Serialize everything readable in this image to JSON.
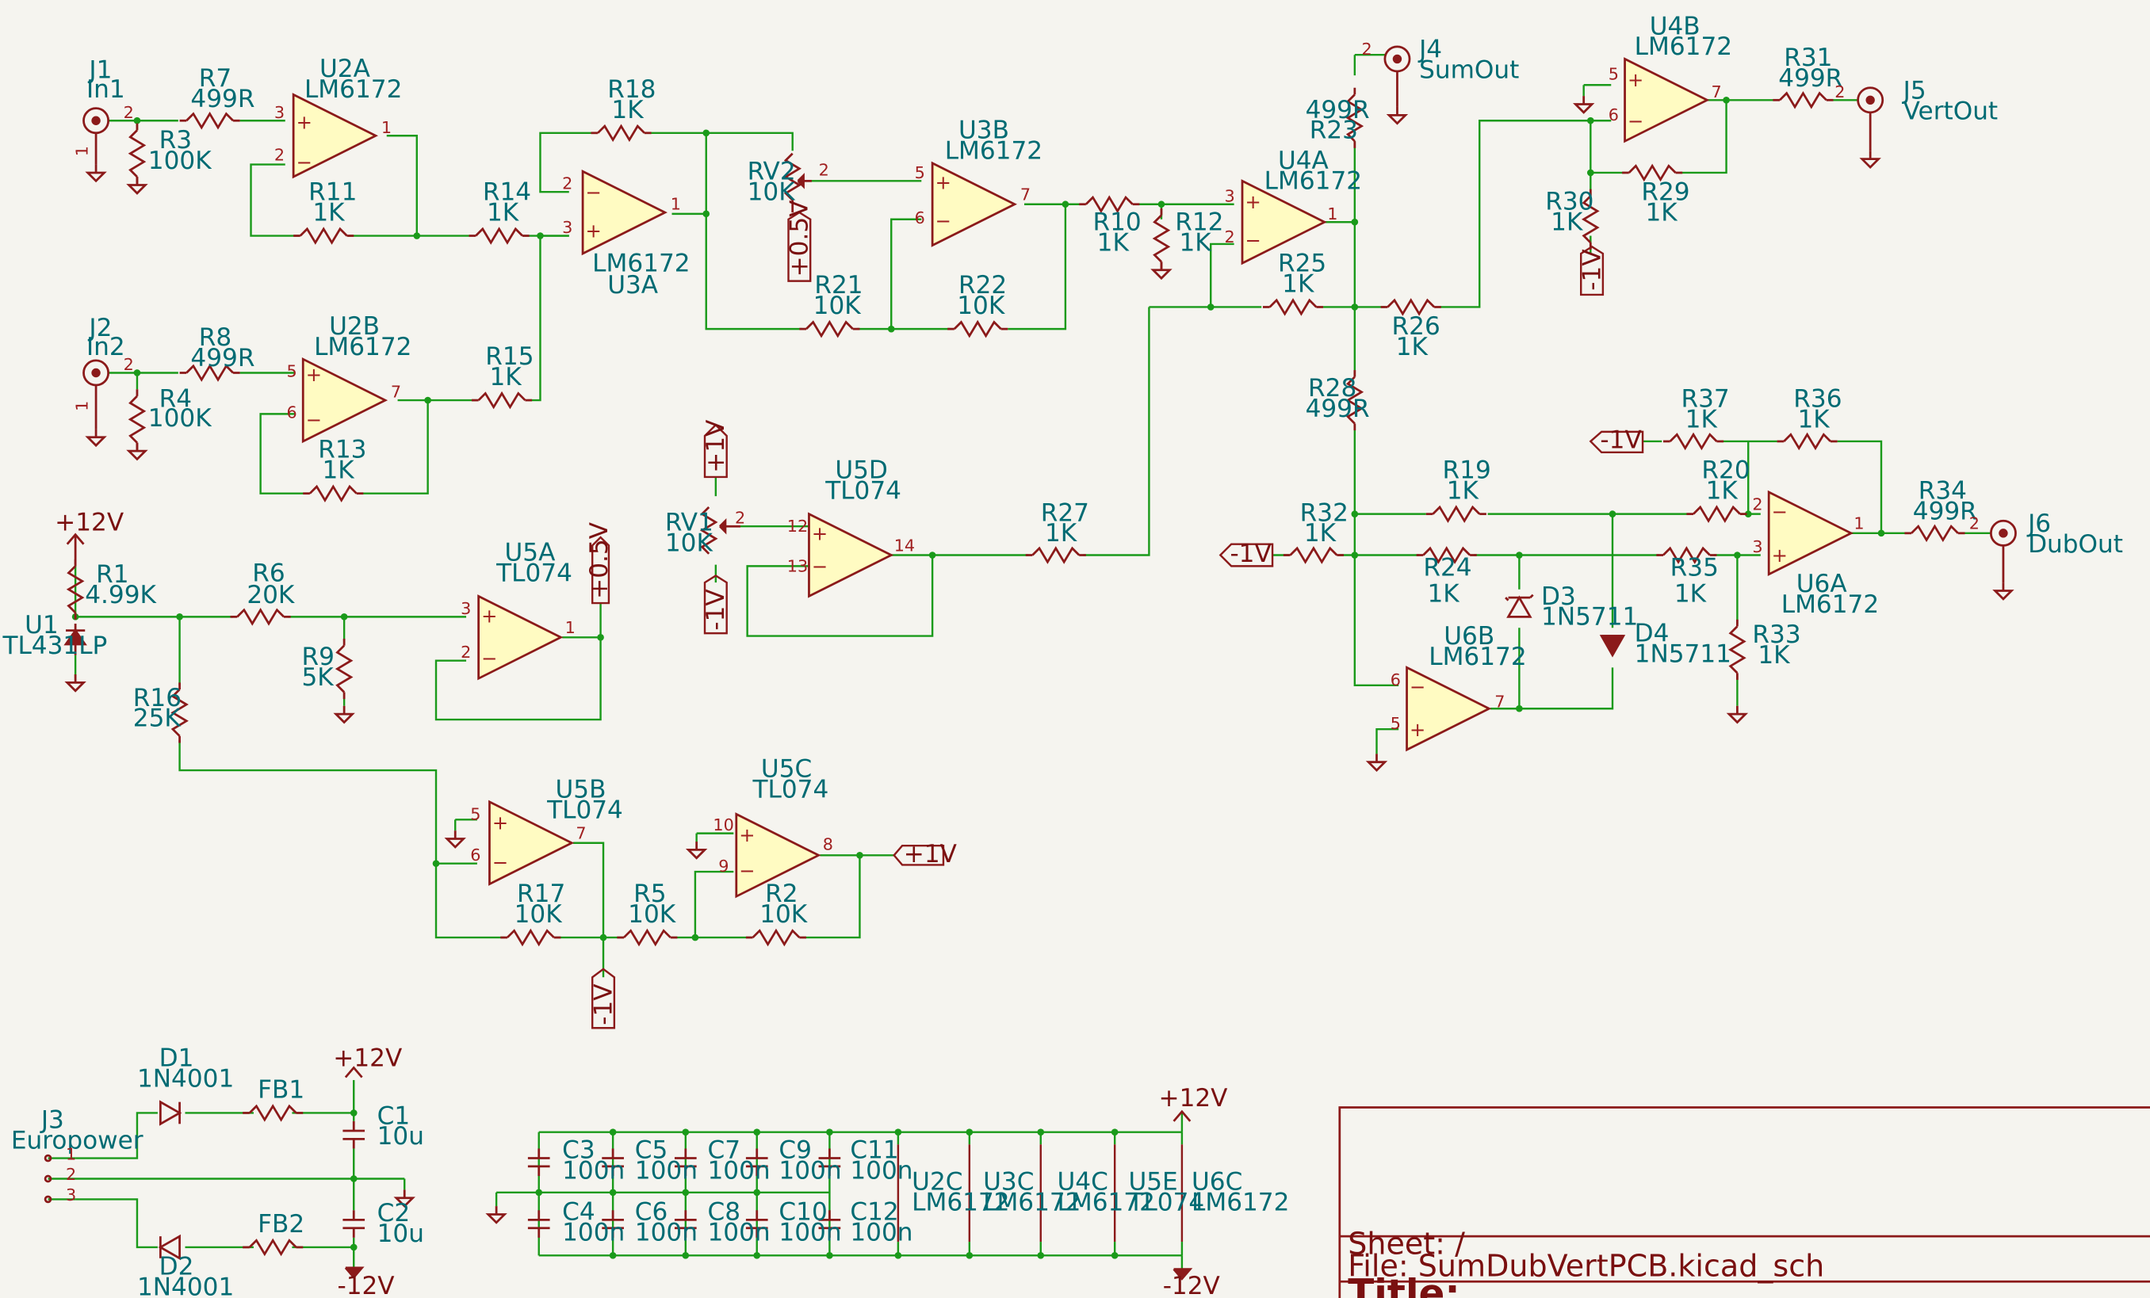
{
  "colors": {
    "wire": "#1a9a1a",
    "symbol": "#8b1a1a",
    "fill": "#fffbc2",
    "text": "#006b73",
    "junction": "#1a9a1a",
    "paper": "#f5f4ef"
  },
  "refs": {
    "J1": "J1",
    "In1": "In1",
    "J2": "J2",
    "In2": "In2",
    "J3": "J3",
    "Europower": "Europower",
    "J4": "J4",
    "SumOut": "SumOut",
    "J5": "J5",
    "VertOut": "VertOut",
    "J6": "J6",
    "DubOut": "DubOut",
    "R1": "R1",
    "R2": "R2",
    "R3": "R3",
    "R4": "R4",
    "R5": "R5",
    "R6": "R6",
    "R7": "R7",
    "R8": "R8",
    "R9": "R9",
    "R10": "R10",
    "R11": "R11",
    "R12": "R12",
    "R13": "R13",
    "R14": "R14",
    "R15": "R15",
    "R16": "R16",
    "R17": "R17",
    "R18": "R18",
    "R19": "R19",
    "R20": "R20",
    "R21": "R21",
    "R22": "R22",
    "R23": "R23",
    "R24": "R24",
    "R25": "R25",
    "R26": "R26",
    "R27": "R27",
    "R28": "R28",
    "R29": "R29",
    "R30": "R30",
    "R31": "R31",
    "R32": "R32",
    "R33": "R33",
    "R34": "R34",
    "R35": "R35",
    "R36": "R36",
    "R37": "R37",
    "RV1": "RV1",
    "RV2": "RV2",
    "U1": "U1",
    "U2A": "U2A",
    "U2B": "U2B",
    "U2C": "U2C",
    "U3A": "U3A",
    "U3B": "U3B",
    "U3C": "U3C",
    "U4A": "U4A",
    "U4B": "U4B",
    "U4C": "U4C",
    "U5A": "U5A",
    "U5B": "U5B",
    "U5C": "U5C",
    "U5D": "U5D",
    "U5E": "U5E",
    "U6A": "U6A",
    "U6B": "U6B",
    "U6C": "U6C",
    "D1": "D1",
    "D2": "D2",
    "D3": "D3",
    "D4": "D4",
    "FB1": "FB1",
    "FB2": "FB2",
    "C1": "C1",
    "C2": "C2",
    "C3": "C3",
    "C4": "C4",
    "C5": "C5",
    "C6": "C6",
    "C7": "C7",
    "C8": "C8",
    "C9": "C9",
    "C10": "C10",
    "C11": "C11",
    "C12": "C12"
  },
  "values": {
    "r499": "499R",
    "r100k": "100K",
    "r1k": "1K",
    "r10k": "10K",
    "r20k": "20K",
    "r5k": "5K",
    "r25k": "25K",
    "r499k": "4.99K",
    "lm6172": "LM6172",
    "tl074": "TL074",
    "tl431": "TL431LP",
    "n4001": "1N4001",
    "n5711": "1N5711",
    "c10u": "10u",
    "c100n": "100n"
  },
  "labels": {
    "p12": "+12V",
    "m12": "-12V",
    "p05": "+0.5V",
    "p1": "+1V",
    "m1": "-1V"
  },
  "title_block": {
    "sheet": "Sheet: /",
    "file": "File: SumDubVertPCB.kicad_sch",
    "title": "Title:"
  }
}
